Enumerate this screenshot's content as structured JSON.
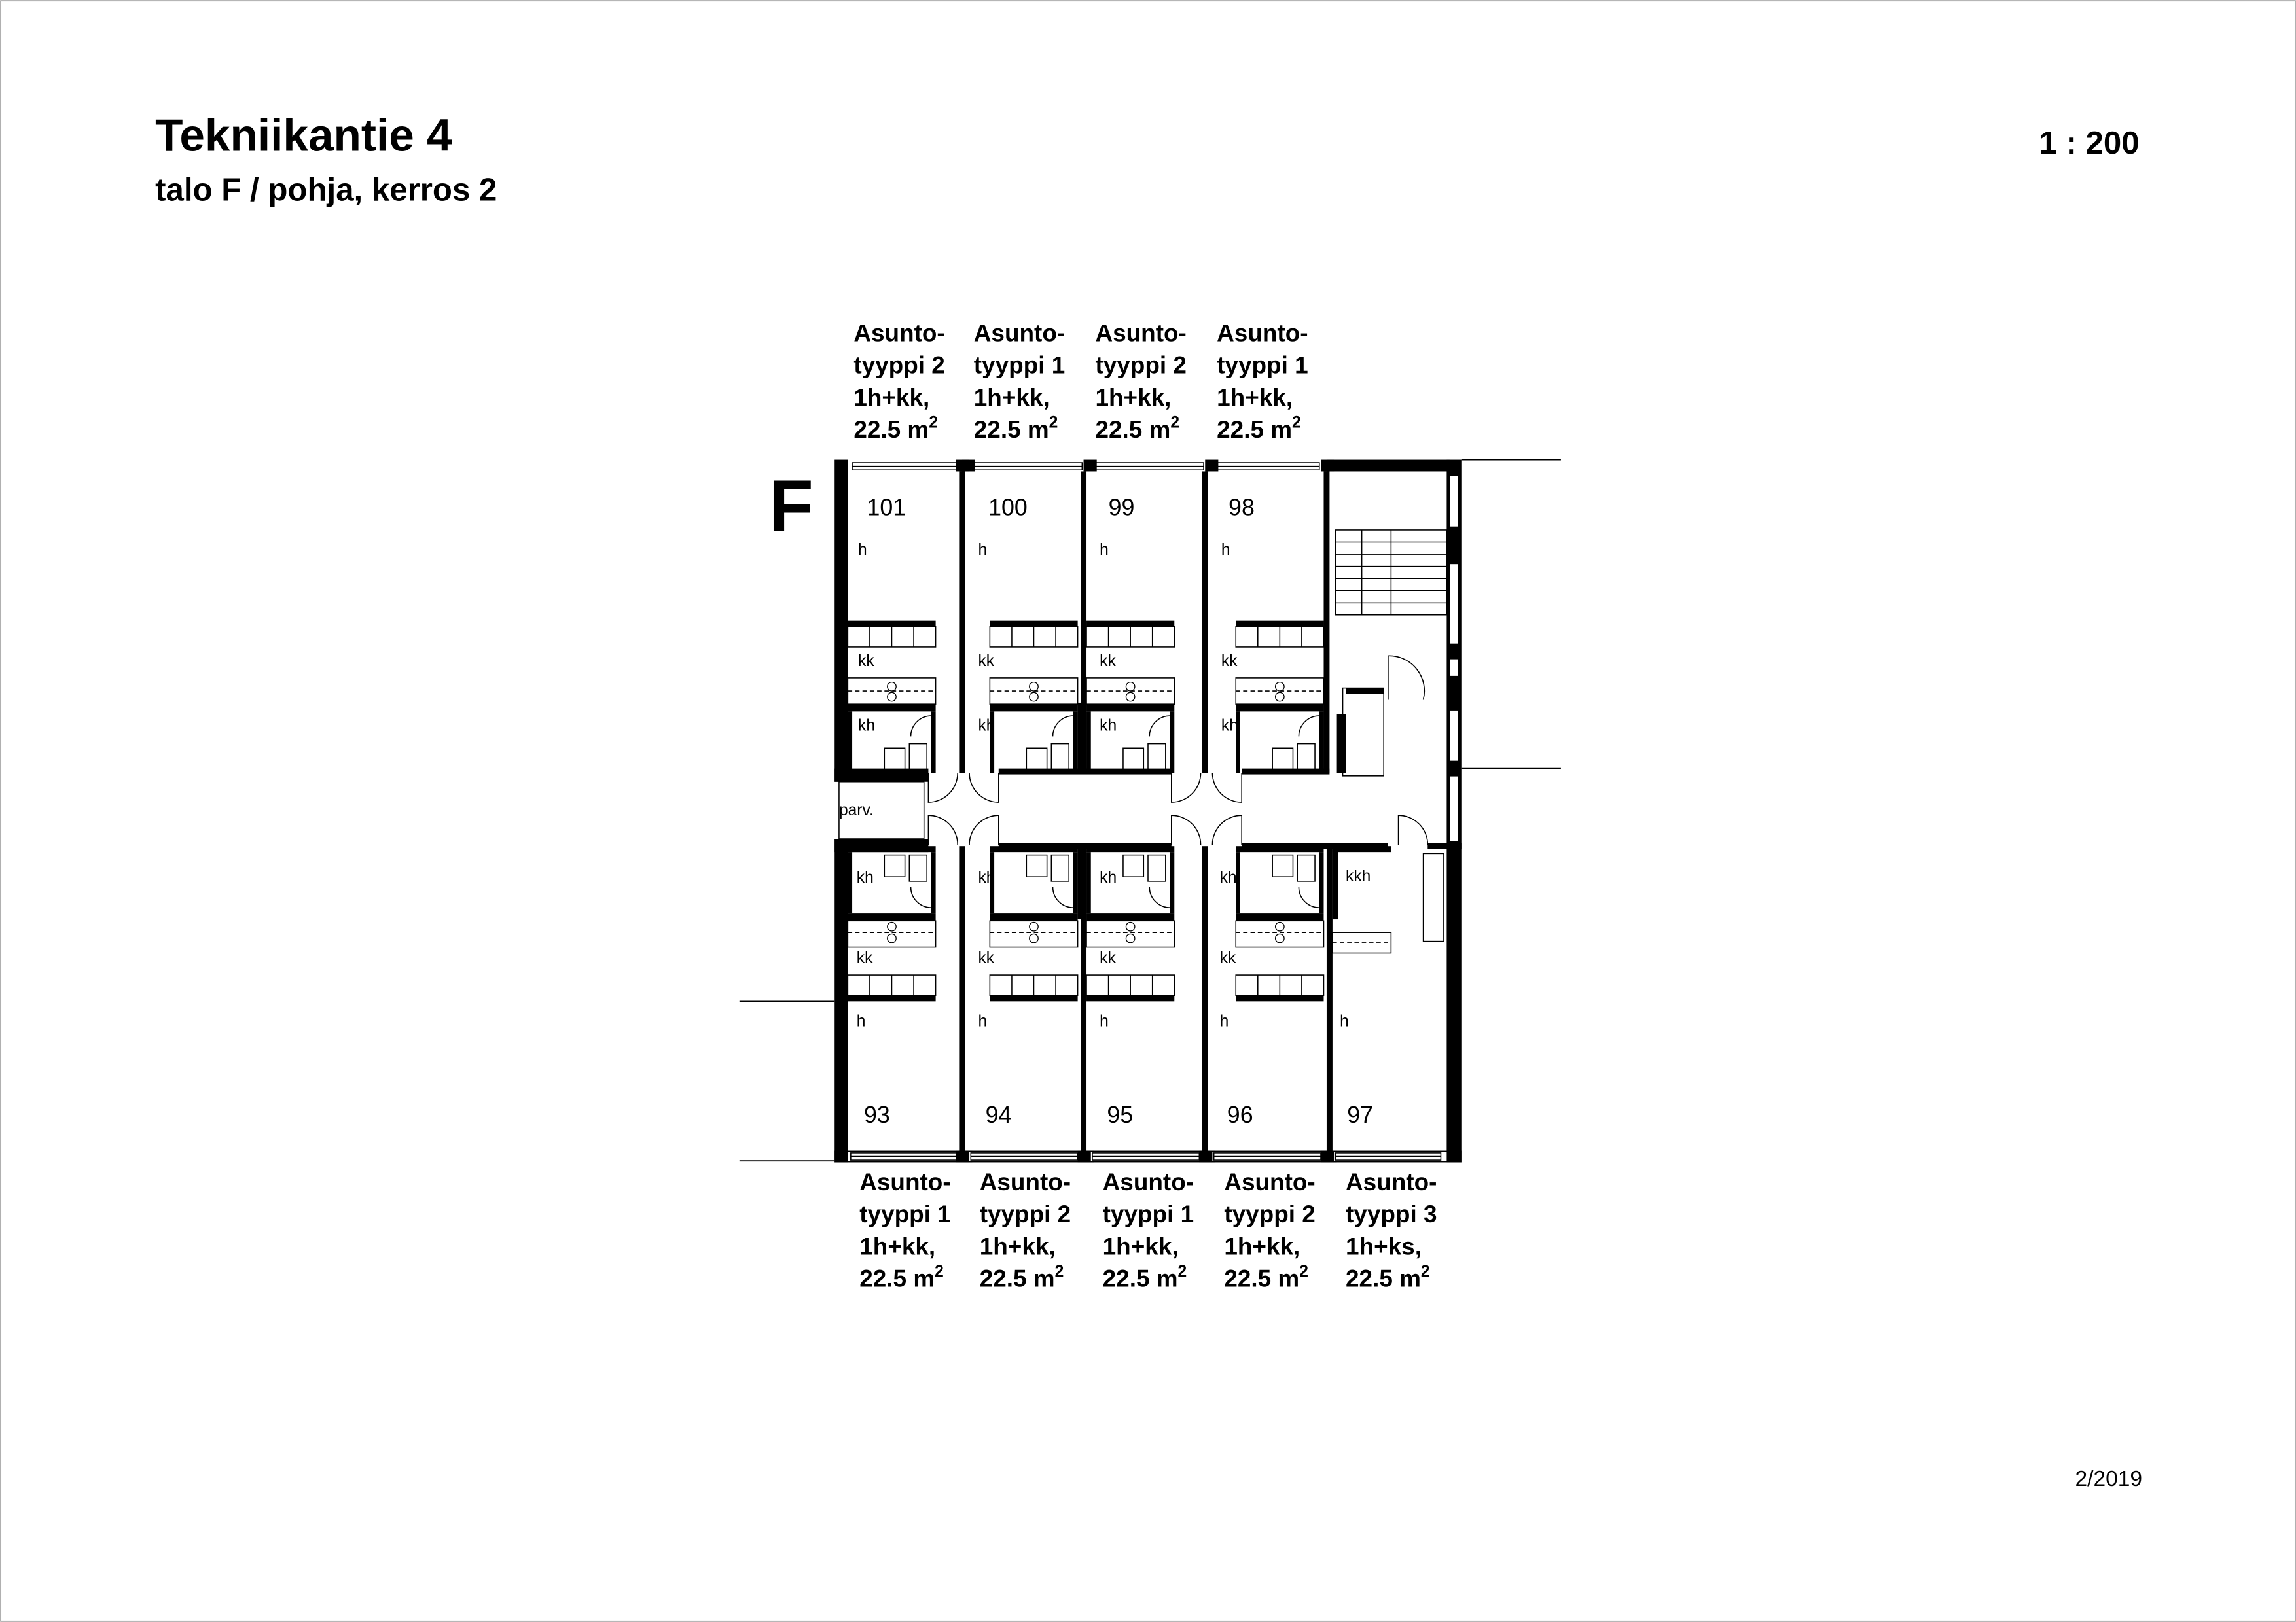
{
  "header": {
    "title": "Tekniikantie 4",
    "subtitle": "talo F / pohja, kerros 2",
    "scale": "1 : 200"
  },
  "footer": {
    "date": "2/2019"
  },
  "building_label": "F",
  "room_labels": {
    "living": "h",
    "kitchen": "kk",
    "bathroom": "kh",
    "kitchen_bath": "kkh",
    "balcony": "parv."
  },
  "top_units": [
    {
      "number": "101",
      "type": [
        "Asunto-",
        "tyyppi 2",
        "1h+kk,",
        "22.5 m"
      ]
    },
    {
      "number": "100",
      "type": [
        "Asunto-",
        "tyyppi 1",
        "1h+kk,",
        "22.5 m"
      ]
    },
    {
      "number": "99",
      "type": [
        "Asunto-",
        "tyyppi 2",
        "1h+kk,",
        "22.5 m"
      ]
    },
    {
      "number": "98",
      "type": [
        "Asunto-",
        "tyyppi 1",
        "1h+kk,",
        "22.5 m"
      ]
    }
  ],
  "bottom_units": [
    {
      "number": "93",
      "type": [
        "Asunto-",
        "tyyppi 1",
        "1h+kk,",
        "22.5 m"
      ]
    },
    {
      "number": "94",
      "type": [
        "Asunto-",
        "tyyppi 2",
        "1h+kk,",
        "22.5 m"
      ]
    },
    {
      "number": "95",
      "type": [
        "Asunto-",
        "tyyppi 1",
        "1h+kk,",
        "22.5 m"
      ]
    },
    {
      "number": "96",
      "type": [
        "Asunto-",
        "tyyppi 2",
        "1h+kk,",
        "22.5 m"
      ]
    },
    {
      "number": "97",
      "type": [
        "Asunto-",
        "tyyppi 3",
        "1h+ks,",
        "22.5 m"
      ]
    }
  ],
  "area_superscript": "2"
}
